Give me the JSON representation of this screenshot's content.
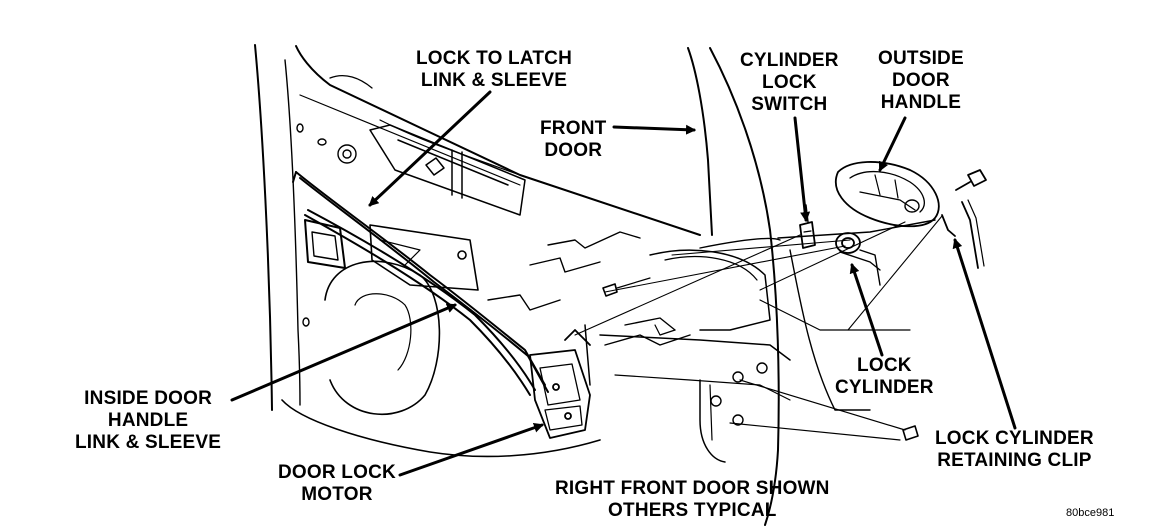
{
  "labels": {
    "lock_to_latch": [
      "LOCK TO LATCH",
      "LINK & SLEEVE"
    ],
    "front_door": [
      "FRONT",
      "DOOR"
    ],
    "cylinder_lock_switch": [
      "CYLINDER",
      "LOCK",
      "SWITCH"
    ],
    "outside_door_handle": [
      "OUTSIDE",
      "DOOR",
      "HANDLE"
    ],
    "inside_door_handle": [
      "INSIDE DOOR",
      "HANDLE",
      "LINK & SLEEVE"
    ],
    "lock_cylinder": [
      "LOCK",
      "CYLINDER"
    ],
    "lock_cylinder_clip": [
      "LOCK CYLINDER",
      "RETAINING CLIP"
    ],
    "door_lock_motor": [
      "DOOR LOCK",
      "MOTOR"
    ],
    "caption": [
      "RIGHT FRONT DOOR SHOWN",
      "OTHERS TYPICAL"
    ]
  },
  "figure_code": "80bce981",
  "colors": {
    "ink": "#000000",
    "paper": "#ffffff"
  }
}
